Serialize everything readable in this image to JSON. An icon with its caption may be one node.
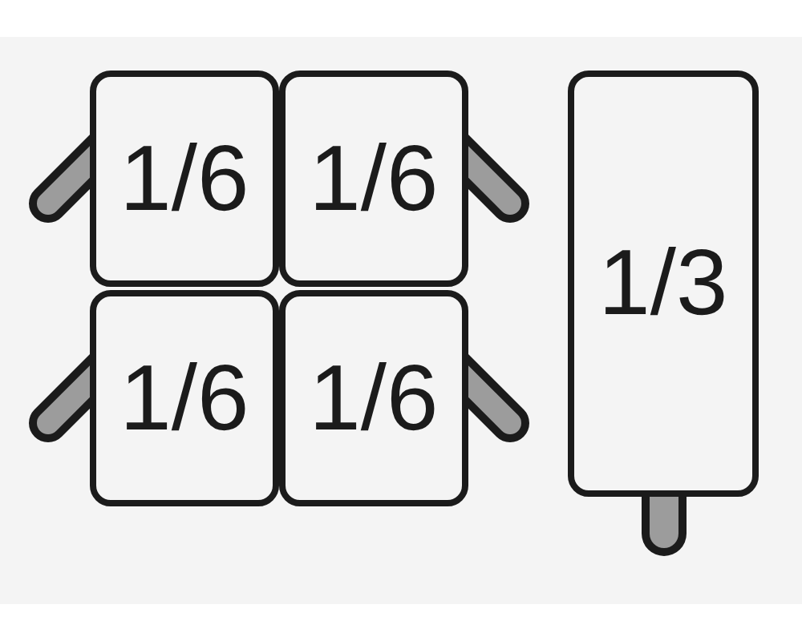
{
  "diagram": {
    "nodes": [
      {
        "text": [
          "1/6"
        ]
      },
      {
        "text": [
          "1/6"
        ]
      },
      {
        "text": [
          "1/3"
        ]
      },
      {
        "text": [
          "1/6"
        ]
      },
      {
        "text": [
          "1/6"
        ]
      }
    ]
  }
}
